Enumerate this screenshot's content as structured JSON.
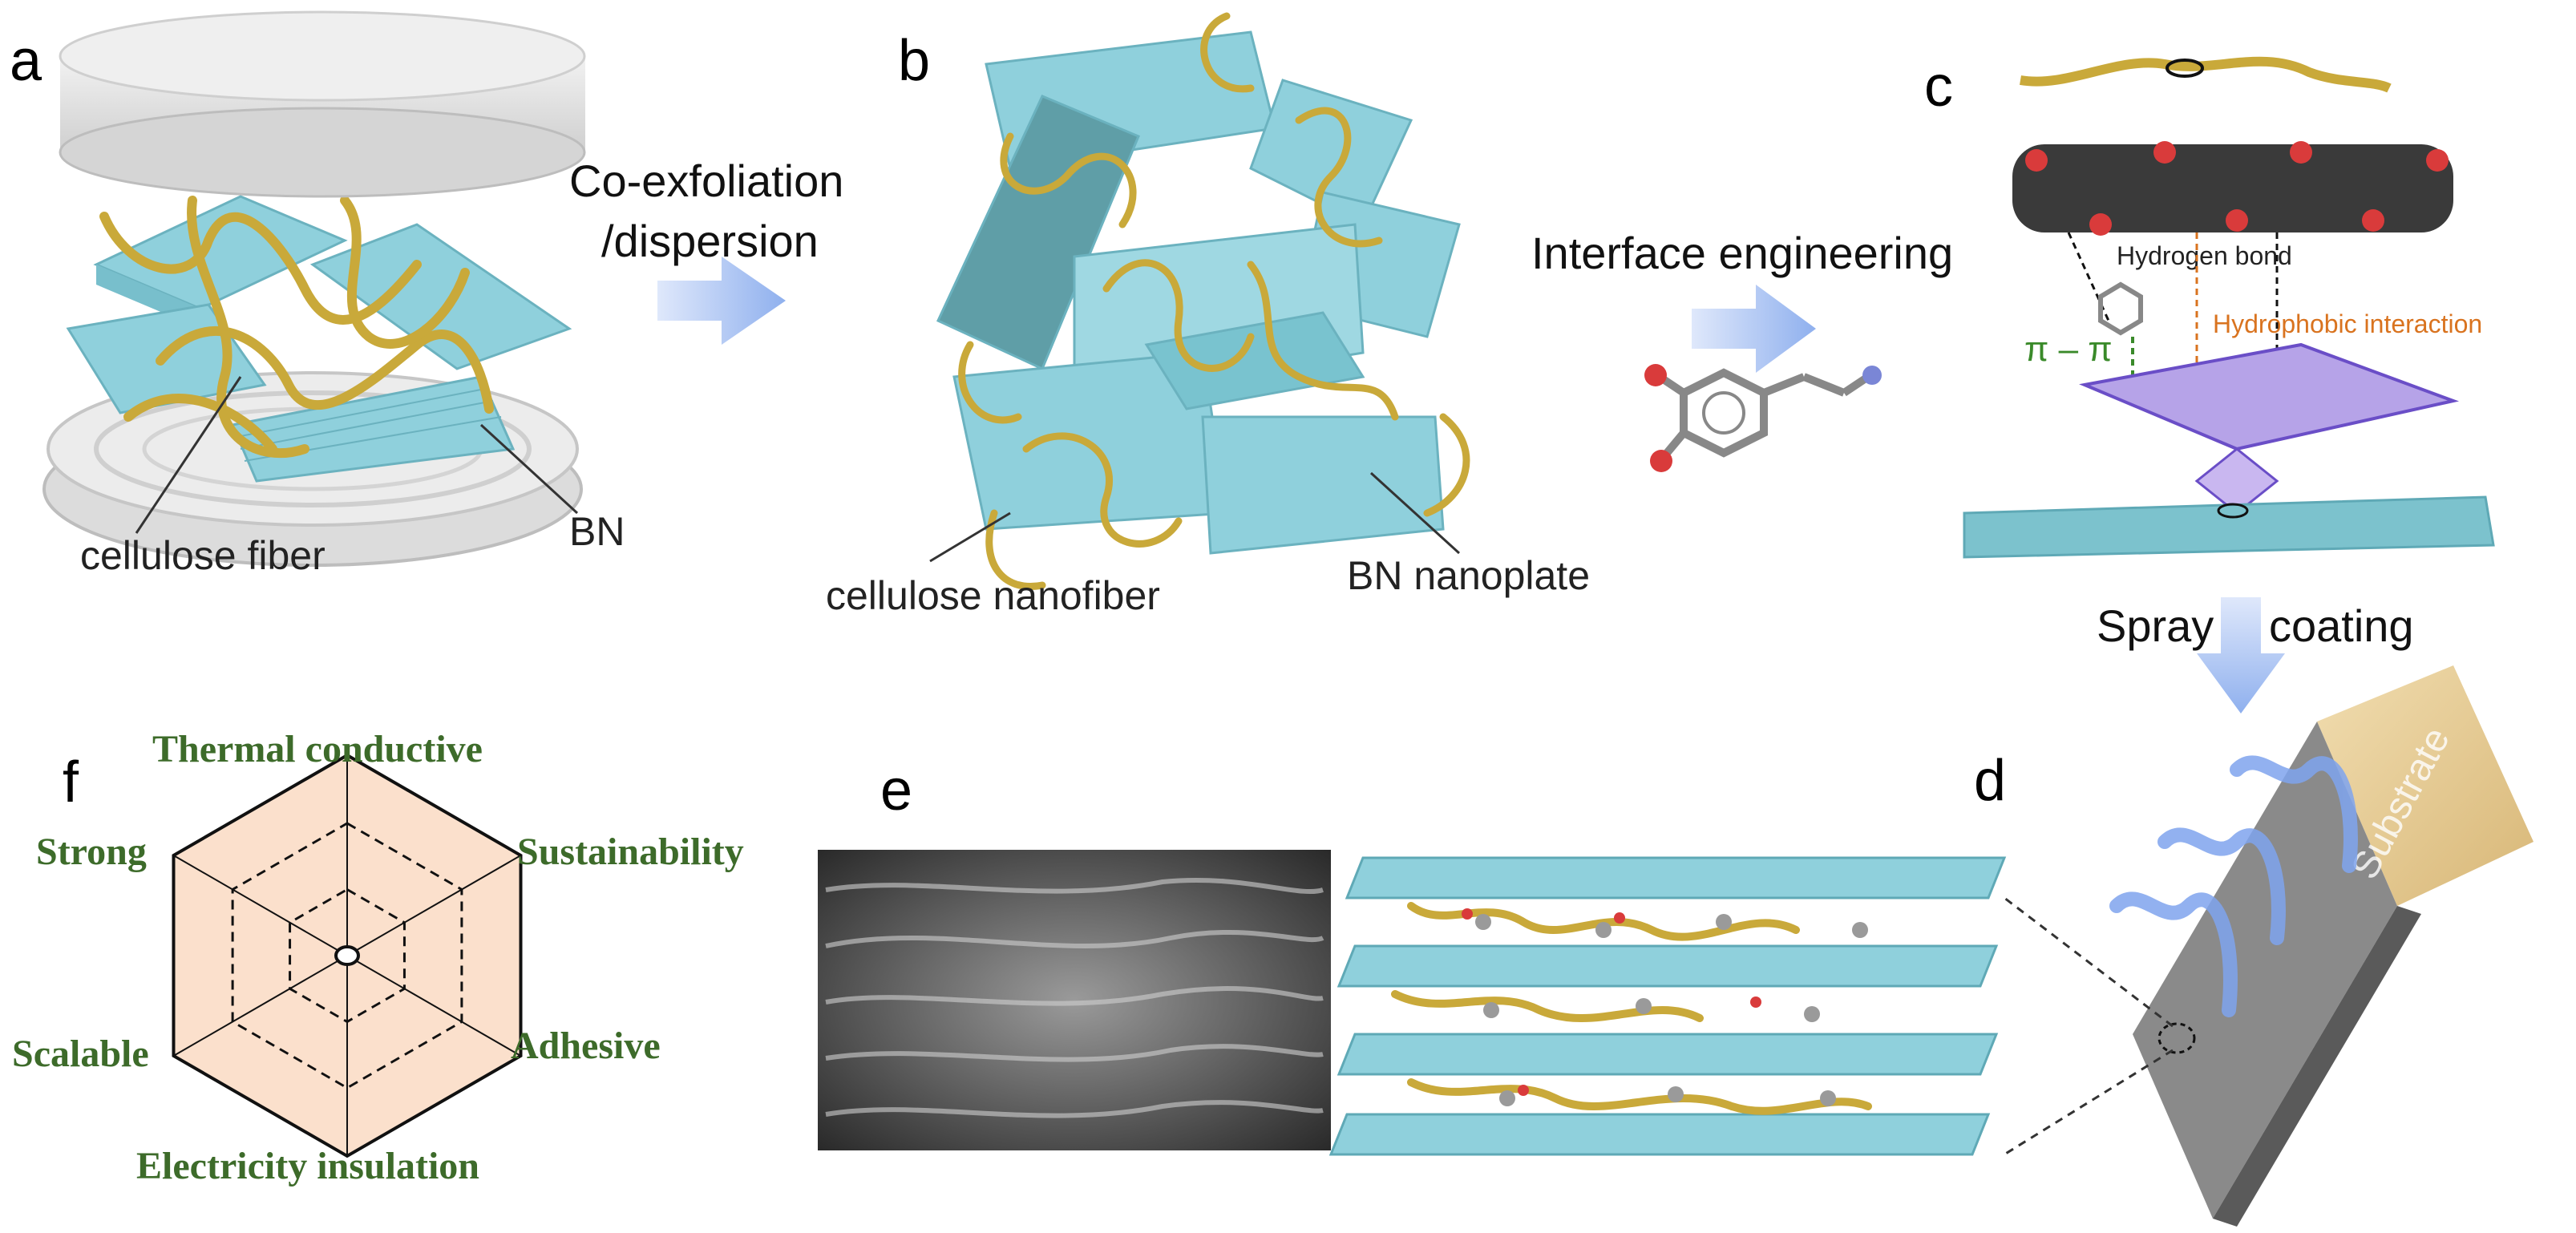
{
  "panels": {
    "a": "a",
    "b": "b",
    "c": "c",
    "d": "d",
    "e": "e",
    "f": "f"
  },
  "panel_a": {
    "fiber_label": "cellulose fiber",
    "bn_label": "BN"
  },
  "step_ab": {
    "line1": "Co-exfoliation",
    "line2": "/dispersion"
  },
  "panel_b": {
    "fiber_label": "cellulose nanofiber",
    "plate_label": "BN nanoplate"
  },
  "step_bc": {
    "label": "Interface engineering"
  },
  "panel_c": {
    "hbond": "Hydrogen bond",
    "hydrophobic": "Hydrophobic interaction",
    "pipi": "π – π"
  },
  "step_cd": {
    "left": "Spray",
    "right": "coating"
  },
  "panel_d": {
    "substrate": "Substrate"
  },
  "panel_f": {
    "properties": [
      "Thermal conductive",
      "Sustainability",
      "Adhesive",
      "Electricity insulation",
      "Scalable",
      "Strong"
    ]
  },
  "colors": {
    "bn": "#8fd0dc",
    "bn_dark": "#5fa9b6",
    "fiber": "#c9a93a",
    "arrow": "#9ab8ef",
    "radar_fill": "#fbe0cc",
    "prop_text": "#3d6b2a"
  },
  "icons": [
    "arrow-right-icon",
    "arrow-down-icon",
    "wave-icon"
  ]
}
